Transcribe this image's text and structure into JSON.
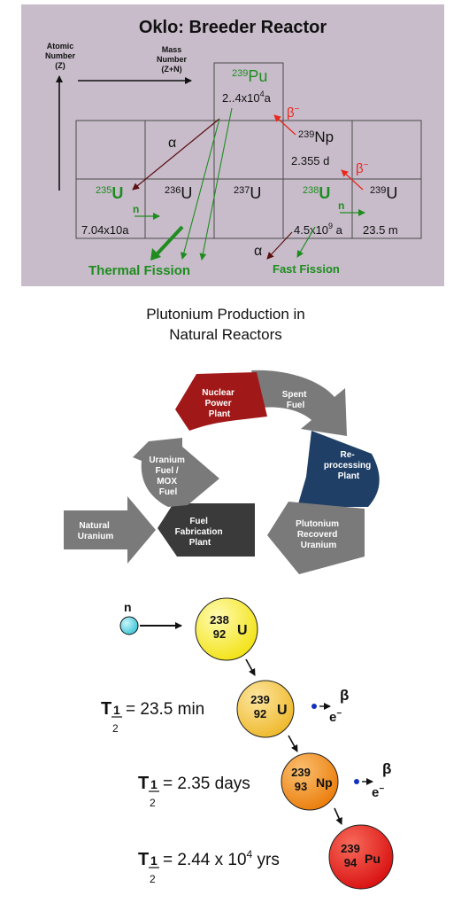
{
  "panel_top": {
    "title": "Oklo: Breeder Reactor",
    "atomic_number_label": [
      "Atomic",
      "Number",
      "(Z)"
    ],
    "mass_number_label": [
      "Mass",
      "Number",
      "(Z+N)"
    ],
    "pu239": {
      "mass": "239",
      "symbol": "Pu",
      "half_life": "2..4x10",
      "half_life_exp": "4",
      "half_life_unit": "a"
    },
    "np239": {
      "mass": "239",
      "symbol": "Np",
      "half_life": "2.355 d"
    },
    "u235": {
      "mass": "235",
      "symbol": "U",
      "half_life": "7.04x10a"
    },
    "u236": {
      "mass": "236",
      "symbol": "U"
    },
    "u237": {
      "mass": "237",
      "symbol": "U"
    },
    "u238": {
      "mass": "238",
      "symbol": "U",
      "half_life": "4.5x10",
      "half_life_exp": "9",
      "half_life_unit": " a"
    },
    "u239": {
      "mass": "239",
      "symbol": "U",
      "half_life": "23.5 m"
    },
    "alpha": "α",
    "beta": "β",
    "beta_sign": "−",
    "neutron": "n",
    "thermal_fission": "Thermal Fission",
    "fast_fission": "Fast Fission",
    "colors": {
      "background": "#c8bccb",
      "green": "#1e8c1e",
      "red": "#e8291c",
      "grid": "#4a4a4a"
    }
  },
  "cycle": {
    "title_line1": "Plutonium Production in",
    "title_line2": "Natural Reactors",
    "nuclear_power_plant": [
      "Nuclear",
      "Power",
      "Plant"
    ],
    "spent_fuel": [
      "Spent",
      "Fuel"
    ],
    "reprocessing_plant": [
      "Re-",
      "processing",
      "Plant"
    ],
    "plutonium_recovered_uranium": [
      "Plutonium",
      "Recoverd",
      "Uranium"
    ],
    "fuel_fabrication_plant": [
      "Fuel",
      "Fabrication",
      "Plant"
    ],
    "uranium_fuel_mox": [
      "Uranium",
      "Fuel /",
      "MOX",
      "Fuel"
    ],
    "natural_uranium": [
      "Natural",
      "Uranium"
    ],
    "colors": {
      "red": "#a01818",
      "blue": "#1f3f66",
      "dark": "#3a3a3a",
      "gray": "#7a7a7a"
    }
  },
  "decay": {
    "neutron": "n",
    "u238": {
      "mass": "238",
      "z": "92",
      "symbol": "U"
    },
    "u239": {
      "mass": "239",
      "z": "92",
      "symbol": "U",
      "t_label": "T",
      "half_num": "1",
      "half_den": "2",
      "value": "= 23.5 min"
    },
    "np239": {
      "mass": "239",
      "z": "93",
      "symbol": "Np",
      "t_label": "T",
      "half_num": "1",
      "half_den": "2",
      "value": "= 2.35 days"
    },
    "pu239": {
      "mass": "239",
      "z": "94",
      "symbol": "Pu",
      "t_label": "T",
      "half_num": "1",
      "half_den": "2",
      "value_main": "= 2.44 x 10",
      "value_exp": "4",
      "value_unit": " yrs"
    },
    "beta": "β",
    "electron": "e",
    "electron_sign": "−",
    "colors": {
      "neutron": "#5ad6e8",
      "u238": "#f7ef23",
      "u239": "#f4c53a",
      "np239": "#f08a12",
      "pu239": "#ea1c1c"
    }
  }
}
